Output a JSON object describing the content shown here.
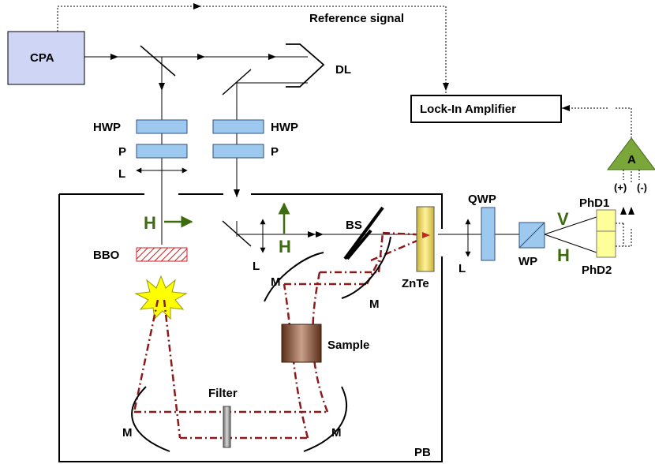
{
  "diagram": {
    "labels": {
      "reference_signal": "Reference signal",
      "cpa": "CPA",
      "dl": "DL",
      "lock_in": "Lock-In Amplifier",
      "hwp_left": "HWP",
      "hwp_right": "HWP",
      "p_left": "P",
      "p_right": "P",
      "l_top": "L",
      "l_mid": "L",
      "l_right": "L",
      "h_left": "H",
      "h_mid": "H",
      "h_right": "H",
      "v_right": "V",
      "bbo": "BBO",
      "bs": "BS",
      "znte": "ZnTe",
      "qwp": "QWP",
      "wp": "WP",
      "phd1": "PhD1",
      "phd2": "PhD2",
      "amp": "A",
      "plus": "(+)",
      "minus": "(-)",
      "m_upper_left": "M",
      "m_upper_right": "M",
      "m_lower_left": "M",
      "m_lower_right": "M",
      "sample": "Sample",
      "filter": "Filter",
      "pb": "PB"
    },
    "colors": {
      "waveplate_fill": "#9ec9ef",
      "waveplate_stroke": "#2f4f7f",
      "thz_beam": "#8b1a1a",
      "pol_arrow": "#3d6b10",
      "amp_fill": "#7aa63a",
      "phd_fill": "#ffff99",
      "cpa_fill": "#cfd5f5",
      "sample_fill": "#6b3a22",
      "star_fill": "#ffff00",
      "znte_fill": "#e8d86a",
      "bbo_hatch": "#cc2222"
    }
  }
}
